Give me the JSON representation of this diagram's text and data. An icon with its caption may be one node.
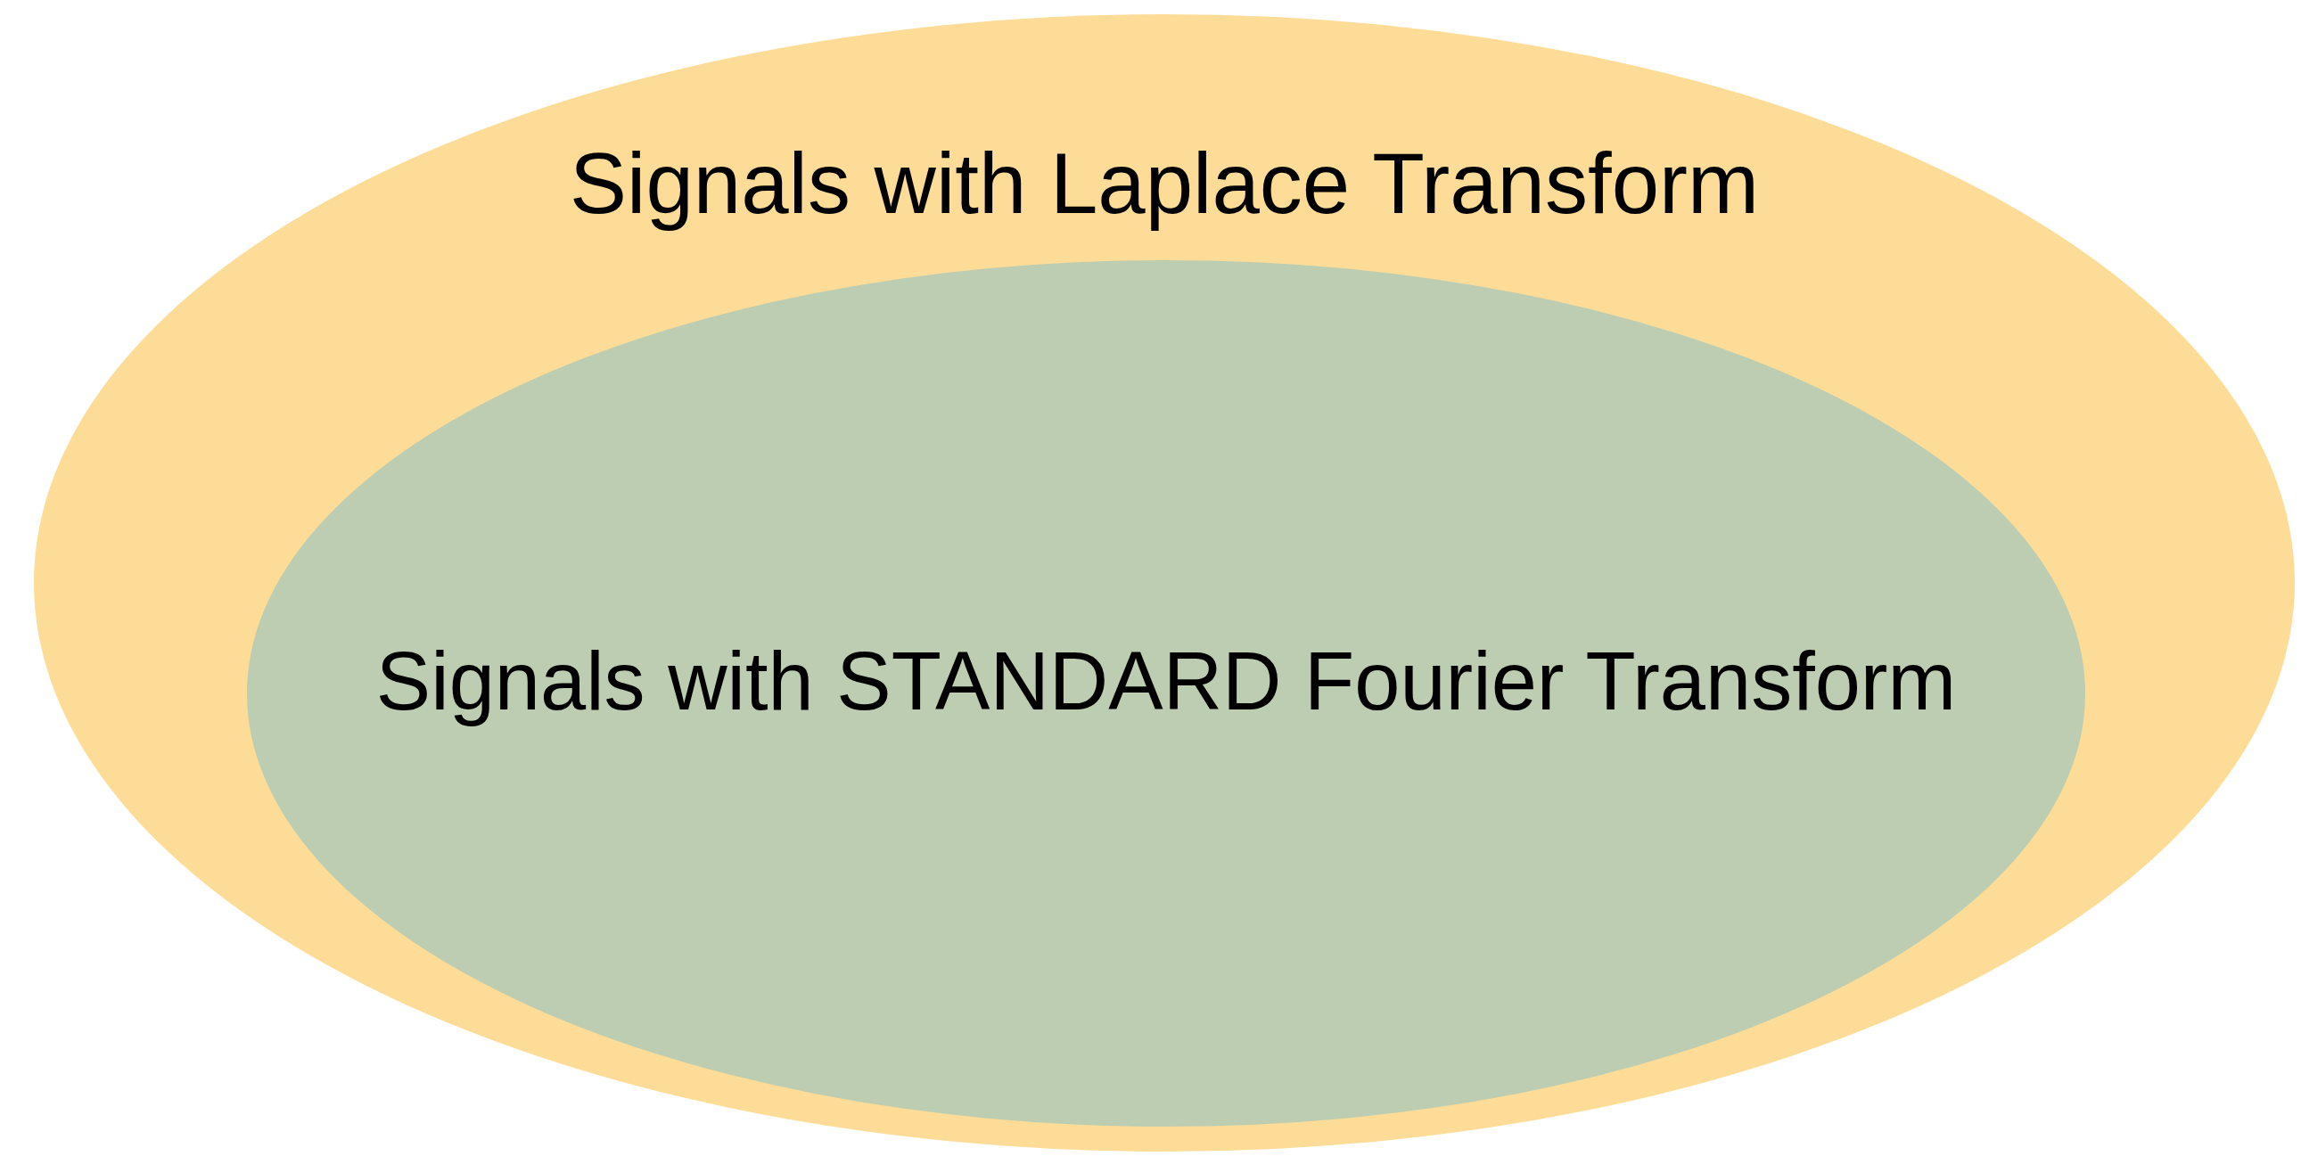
{
  "diagram": {
    "nodes": [
      {
        "text": [
          "Signals with Laplace Transform"
        ]
      },
      {
        "text": [
          "Signals with STANDARD Fourier Transform"
        ],
        "in": 0
      }
    ]
  }
}
